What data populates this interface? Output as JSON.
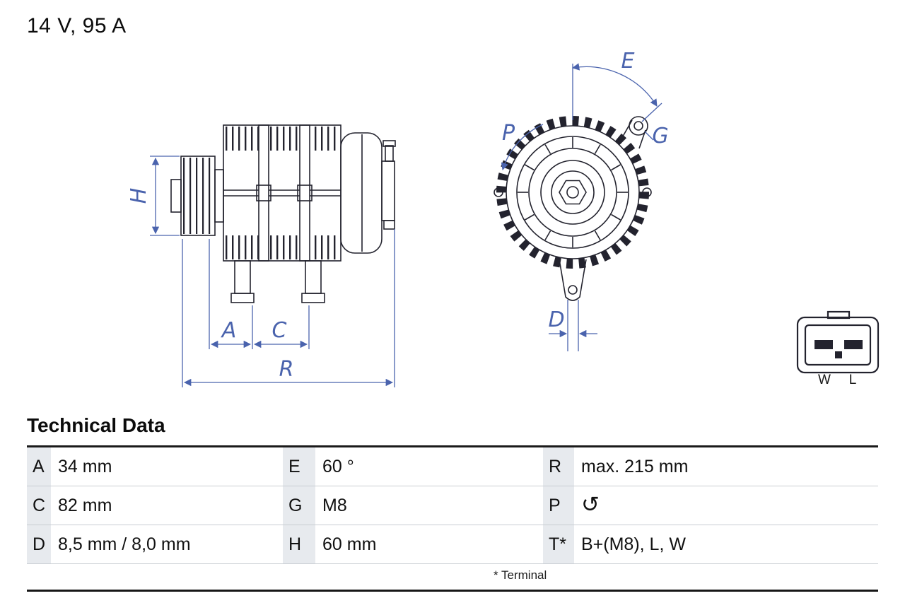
{
  "header": {
    "rating": "14 V, 95 A"
  },
  "colors": {
    "dimension_blue": "#4a63ad",
    "outline_dark": "#23232e"
  },
  "diagram": {
    "dimension_labels": {
      "H": "H",
      "A": "A",
      "C": "C",
      "R": "R",
      "E": "E",
      "P": "P",
      "G": "G",
      "D": "D"
    },
    "connector": {
      "left_pin": "W",
      "right_pin": "L"
    }
  },
  "technical_data": {
    "title": "Technical Data",
    "rows": [
      {
        "c1": {
          "key": "A",
          "value": "34 mm"
        },
        "c2": {
          "key": "E",
          "value": "60 °"
        },
        "c3": {
          "key": "R",
          "value": "max. 215 mm"
        }
      },
      {
        "c1": {
          "key": "C",
          "value": "82 mm"
        },
        "c2": {
          "key": "G",
          "value": "M8"
        },
        "c3": {
          "key": "P",
          "value": "↺",
          "icon": "rotation-direction-counterclockwise"
        }
      },
      {
        "c1": {
          "key": "D",
          "value": "8,5 mm / 8,0 mm"
        },
        "c2": {
          "key": "H",
          "value": "60 mm"
        },
        "c3": {
          "key": "T*",
          "value": "B+(M8), L, W"
        }
      }
    ],
    "footnote": "* Terminal"
  }
}
